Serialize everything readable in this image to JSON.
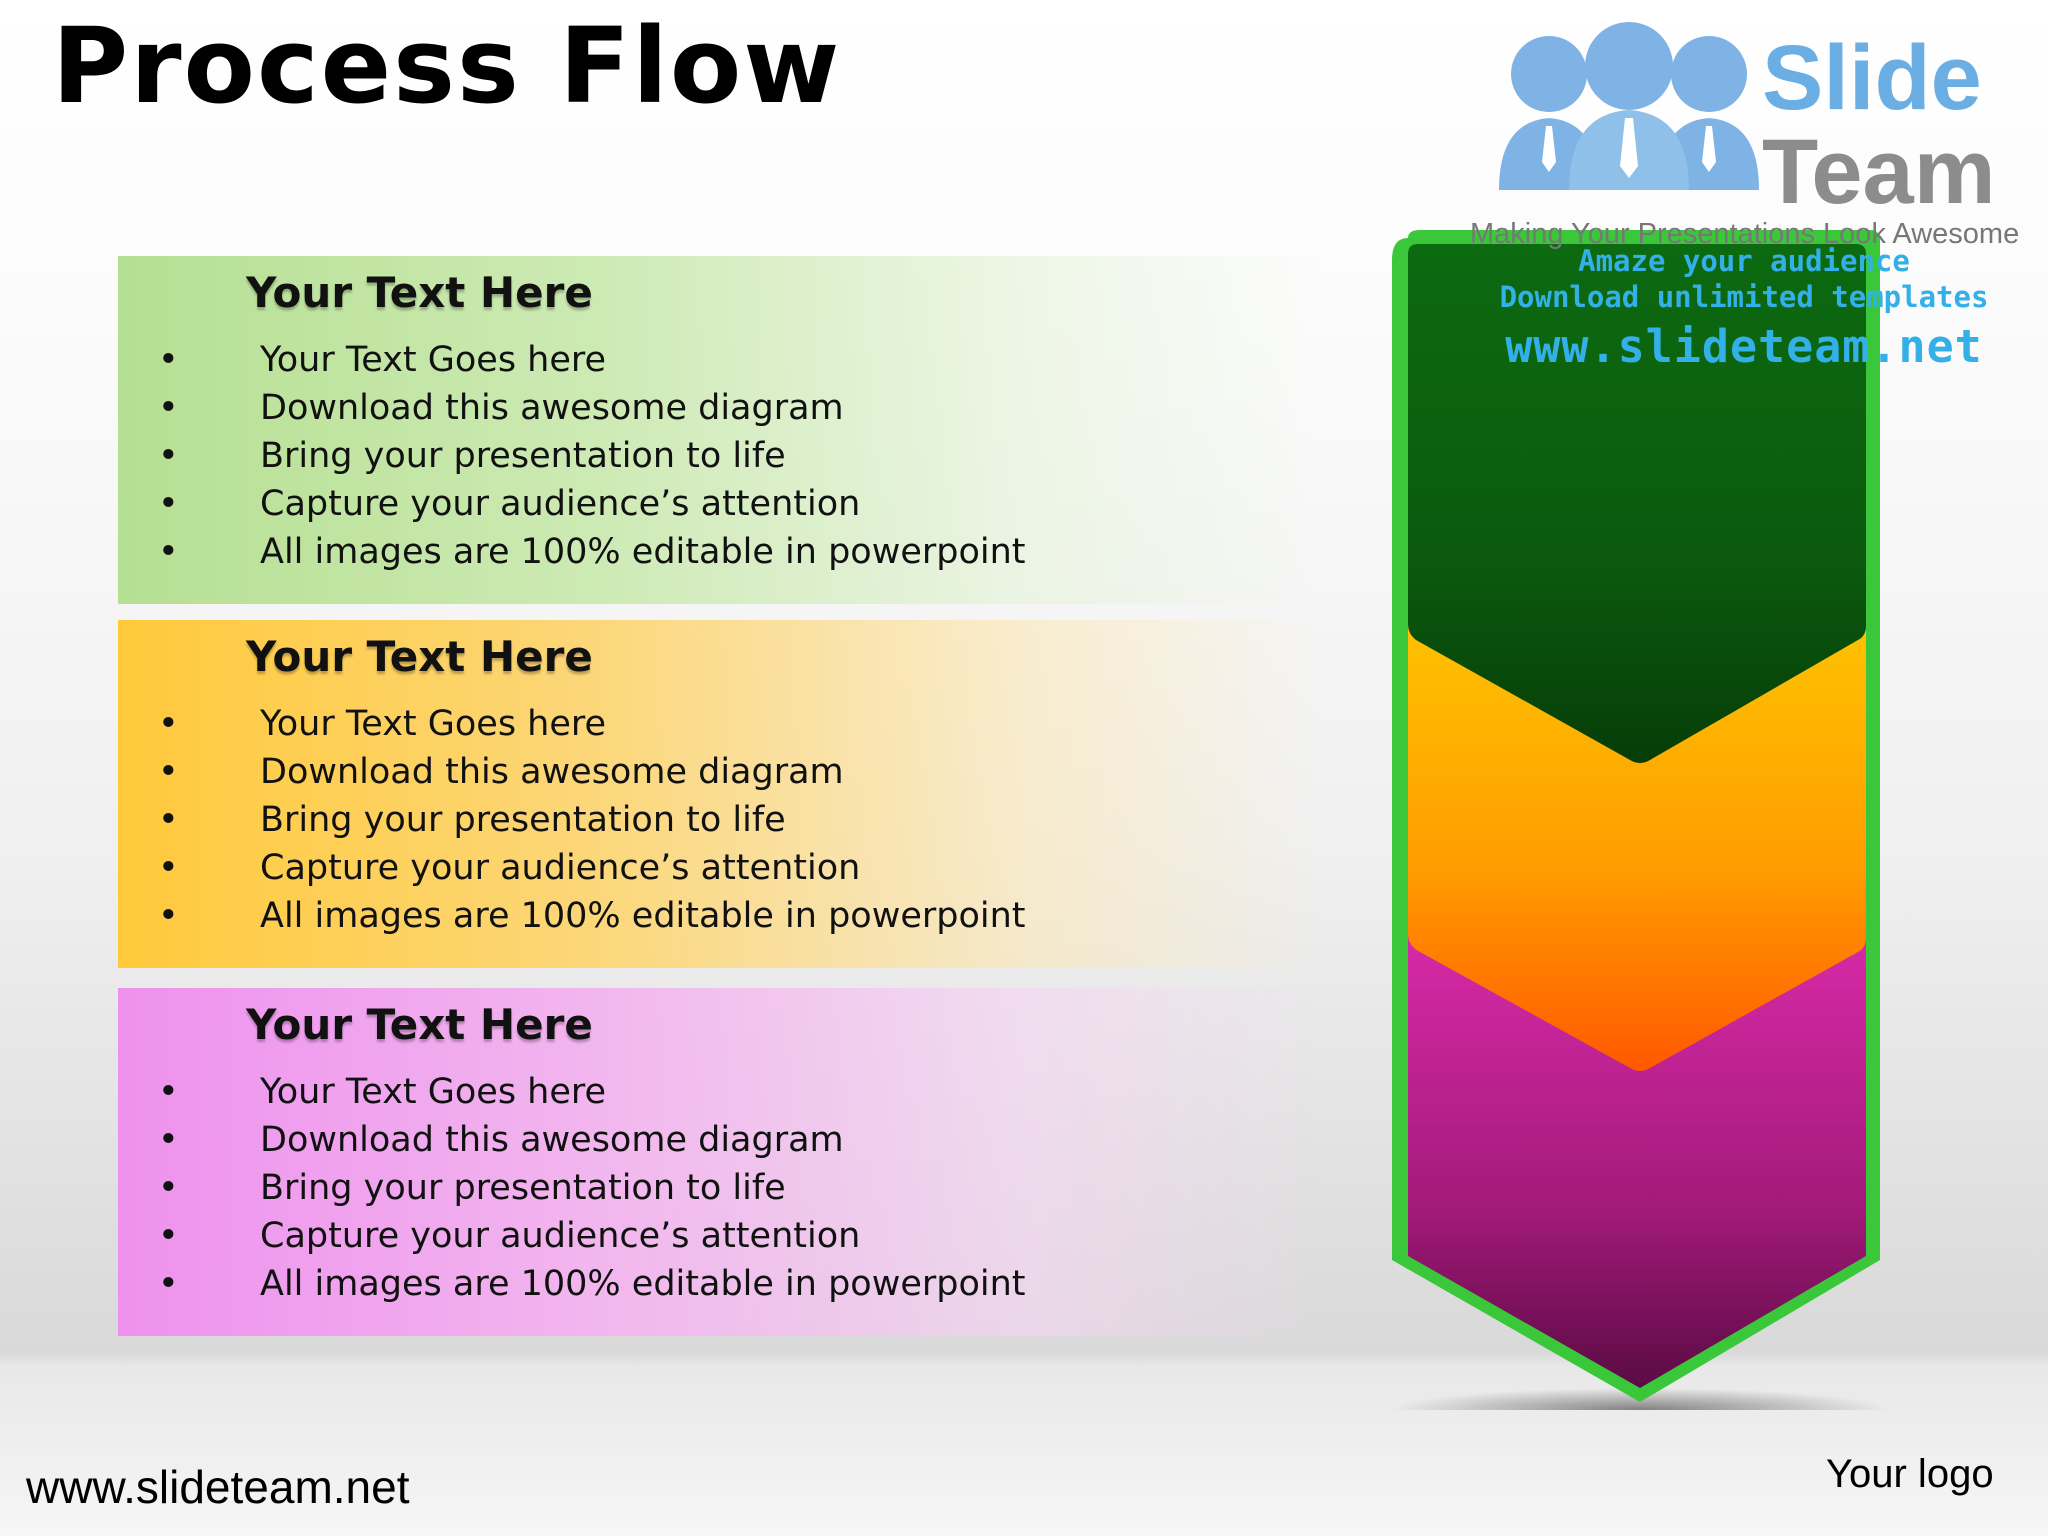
{
  "title": "Process Flow",
  "panels": [
    {
      "heading": "Your Text Here",
      "bullets": [
        "Your Text Goes here",
        "Download this awesome diagram",
        "Bring your presentation to life",
        "Capture your audience’s attention",
        "All images are 100% editable in powerpoint"
      ]
    },
    {
      "heading": "Your Text Here",
      "bullets": [
        "Your Text Goes here",
        "Download this awesome diagram",
        "Bring your presentation to life",
        "Capture your audience’s attention",
        "All images are 100% editable in powerpoint"
      ]
    },
    {
      "heading": "Your Text Here",
      "bullets": [
        "Your Text Goes here",
        "Download this awesome diagram",
        "Bring your presentation to life",
        "Capture your audience’s attention",
        "All images are 100% editable in powerpoint"
      ]
    }
  ],
  "logo": {
    "slide": "Slide",
    "team": "Team",
    "tagline": "Making Your Presentations Look Awesome"
  },
  "promo": {
    "line1": "Amaze your audience",
    "line2": "Download unlimited templates",
    "line3": "www.slideteam.net"
  },
  "footer": {
    "url": "www.slideteam.net",
    "logo": "Your logo"
  },
  "colors": {
    "stage1": "#0f6b12",
    "stage2": "#ffb400",
    "stage3": "#b0157f",
    "frame": "#39c83a",
    "brand_blue": "#6aaee3"
  }
}
